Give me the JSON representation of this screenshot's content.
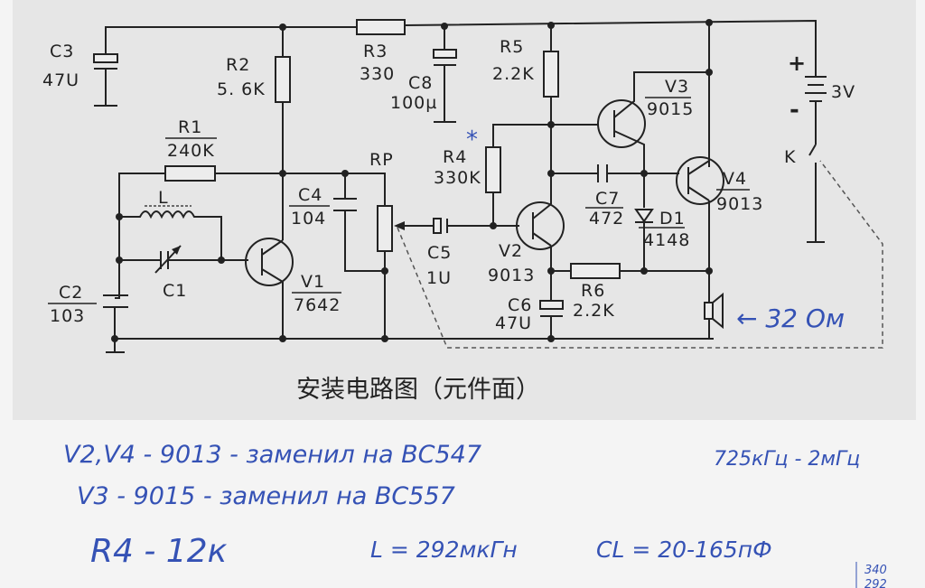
{
  "title": "安装电路图（元件面）",
  "components": {
    "C3": {
      "name": "C3",
      "value": "47U"
    },
    "R2": {
      "name": "R2",
      "value": "5. 6K"
    },
    "R3": {
      "name": "R3",
      "value": "330"
    },
    "C8": {
      "name": "C8",
      "value": "100µ"
    },
    "R5": {
      "name": "R5",
      "value": "2.2K"
    },
    "R1": {
      "name": "R1",
      "value": "240K"
    },
    "L": {
      "name": "L"
    },
    "C1": {
      "name": "C1"
    },
    "C2": {
      "name": "C2",
      "value": "103"
    },
    "V1": {
      "name": "V1",
      "value": "7642"
    },
    "C4": {
      "name": "C4",
      "value": "104"
    },
    "RP": {
      "name": "RP"
    },
    "C5": {
      "name": "C5",
      "value": "1U"
    },
    "R4": {
      "name": "R4",
      "value": "330K"
    },
    "V2": {
      "name": "V2",
      "value": "9013"
    },
    "C6": {
      "name": "C6",
      "value": "47U"
    },
    "R6": {
      "name": "R6",
      "value": "2.2K"
    },
    "C7": {
      "name": "C7",
      "value": "472"
    },
    "D1": {
      "name": "D1",
      "value": "4148"
    },
    "V3": {
      "name": "V3",
      "value": "9015"
    },
    "V4": {
      "name": "V4",
      "value": "9013"
    },
    "battery": {
      "plus": "+",
      "minus": "-",
      "value": "3V"
    },
    "K": {
      "name": "K"
    }
  },
  "annotations": {
    "asterisk": "*",
    "speaker_note": "← 32 Ом",
    "line1": "V2,V4 - 9013 - заменил на BC547",
    "freq": "725кГц - 2мГц",
    "line2": "V3 - 9015 - заменил на BC557",
    "r4": "R4 - 12к",
    "l": "L = 292мкГн",
    "cl": "CL = 20-165пФ",
    "corner1": "340",
    "corner2": "292"
  },
  "colors": {
    "ink": "#222222",
    "pen": "#3552b5",
    "paper": "#e8e8e8"
  }
}
